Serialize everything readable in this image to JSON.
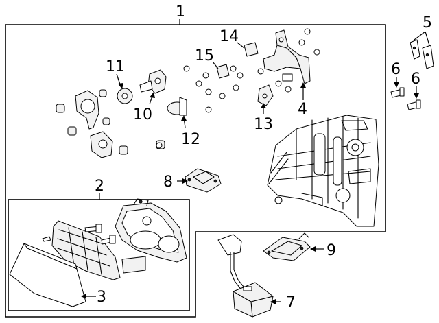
{
  "callouts": [
    "1",
    "2",
    "3",
    "4",
    "5",
    "6",
    "6",
    "7",
    "8",
    "9",
    "10",
    "11",
    "12",
    "13",
    "14",
    "15"
  ]
}
